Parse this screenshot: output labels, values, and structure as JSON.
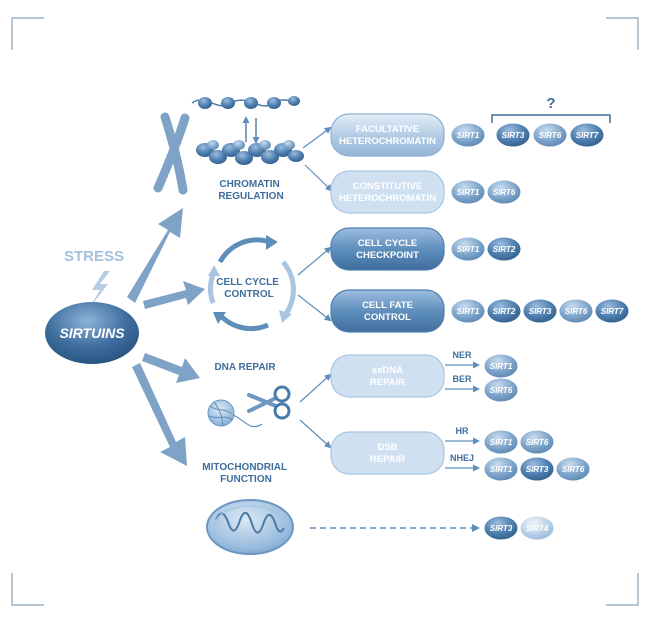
{
  "stress_label": "STRESS",
  "sirtuins_label": "SIRTUINS",
  "question_mark": "?",
  "categories": {
    "chromatin": "CHROMATIN REGULATION",
    "cell_cycle": "CELL CYCLE CONTROL",
    "dna_repair": "DNA REPAIR",
    "mito": "MITOCHONDRIAL FUNCTION"
  },
  "processes": [
    {
      "id": "facultative",
      "label": "FACULTATIVE HETEROCHROMATIN",
      "sirts": [
        "SIRT1"
      ]
    },
    {
      "id": "constitutive",
      "label": "CONSTITUTIVE HETEROCHROMATIN",
      "sirts": [
        "SIRT1",
        "SIRT6"
      ]
    },
    {
      "id": "checkpoint",
      "label": "CELL CYCLE CHECKPOINT",
      "sirts": [
        "SIRT1",
        "SIRT2"
      ]
    },
    {
      "id": "cellfate",
      "label": "CELL FATE CONTROL",
      "sirts": [
        "SIRT1",
        "SIRT2",
        "SIRT3",
        "SIRT6",
        "SIRT7"
      ]
    },
    {
      "id": "ssdna",
      "label": "ssDNA REPAIR"
    },
    {
      "id": "dsb",
      "label": "DSB REPAIR"
    }
  ],
  "bracket_sirts": [
    "SIRT3",
    "SIRT6",
    "SIRT7"
  ],
  "repair_paths": [
    {
      "label": "NER",
      "sirts": [
        "SIRT1"
      ]
    },
    {
      "label": "BER",
      "sirts": [
        "SIRT6"
      ]
    },
    {
      "label": "HR",
      "sirts": [
        "SIRT1",
        "SIRT6"
      ]
    },
    {
      "label": "NHEJ",
      "sirts": [
        "SIRT1",
        "SIRT3",
        "SIRT6"
      ]
    }
  ],
  "mito_sirts": [
    "SIRT3",
    "SIRT4"
  ],
  "colors": {
    "dark": "#3e6f9f",
    "mid": "#6b97c2",
    "light": "#a9c5e0",
    "pale": "#d7e5f2",
    "arrow": "#7fa3c6"
  }
}
